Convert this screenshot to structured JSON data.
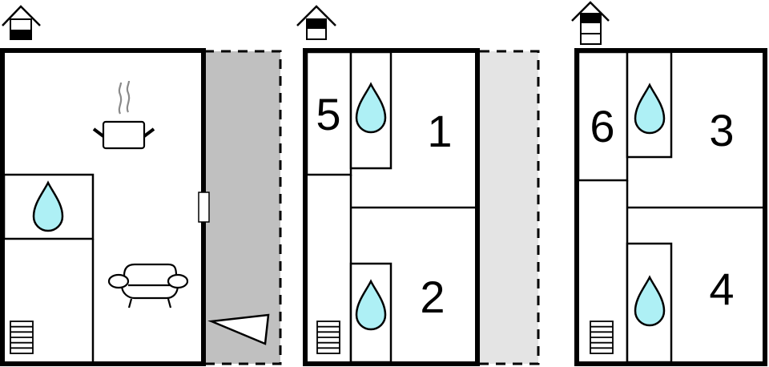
{
  "colors": {
    "wall": "#000000",
    "background": "#ffffff",
    "terrace_dark": "#c0c0c0",
    "terrace_light": "#e4e4e4",
    "water_fill": "#aef0f5",
    "steam": "#8a8a8a"
  },
  "floor_plans": [
    {
      "name": "ground-floor",
      "floor_indicator": {
        "icon": "house-floor-indicator-icon",
        "levels": 2,
        "active_level": 1
      },
      "rooms": [
        {
          "type": "kitchen",
          "icon": "cooking-pot-icon"
        },
        {
          "type": "bathroom",
          "icon": "water-drop-icon"
        },
        {
          "type": "living-room",
          "icon": "armchair-icon"
        },
        {
          "type": "stairs",
          "icon": "stairs-icon"
        },
        {
          "type": "terrace",
          "icon": "triangle-direction-icon"
        }
      ],
      "features": [
        "window-icon"
      ]
    },
    {
      "name": "first-floor",
      "floor_indicator": {
        "icon": "house-floor-indicator-icon",
        "levels": 2,
        "active_level": 2
      },
      "rooms": [
        {
          "type": "bedroom",
          "label": "5"
        },
        {
          "type": "bedroom",
          "label": "1"
        },
        {
          "type": "bedroom",
          "label": "2"
        },
        {
          "type": "bathroom",
          "icon": "water-drop-icon"
        },
        {
          "type": "bathroom",
          "icon": "water-drop-icon"
        },
        {
          "type": "stairs",
          "icon": "stairs-icon"
        },
        {
          "type": "balcony"
        }
      ]
    },
    {
      "name": "second-floor",
      "floor_indicator": {
        "icon": "house-floor-indicator-icon",
        "levels": 3,
        "active_level": 3
      },
      "rooms": [
        {
          "type": "bedroom",
          "label": "6"
        },
        {
          "type": "bedroom",
          "label": "3"
        },
        {
          "type": "bedroom",
          "label": "4"
        },
        {
          "type": "bathroom",
          "icon": "water-drop-icon"
        },
        {
          "type": "bathroom",
          "icon": "water-drop-icon"
        },
        {
          "type": "stairs",
          "icon": "stairs-icon"
        }
      ]
    }
  ],
  "labels": {
    "room5": "5",
    "room1": "1",
    "room2": "2",
    "room6": "6",
    "room3": "3",
    "room4": "4"
  }
}
